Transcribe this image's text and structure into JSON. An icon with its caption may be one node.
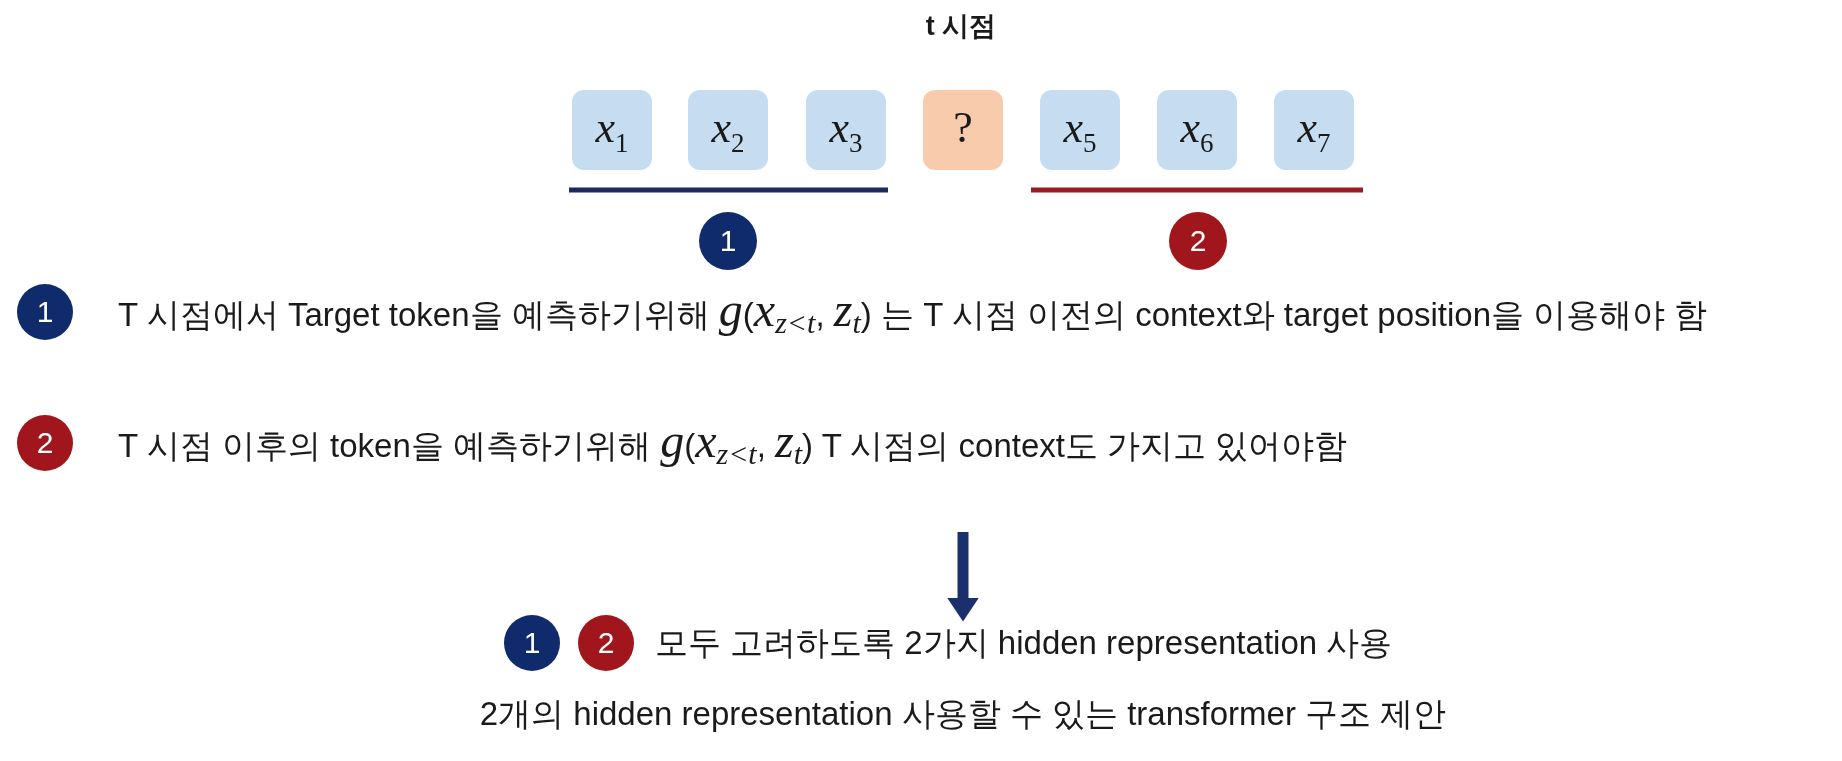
{
  "diagram": {
    "title": "t 시점",
    "nodes": [
      {
        "text": [
          "*x*$_{1}$"
        ]
      },
      {
        "text": [
          "*x*$_{2}$"
        ]
      },
      {
        "text": [
          "*x*$_{3}$"
        ]
      },
      {
        "text": [
          "?"
        ]
      },
      {
        "text": [
          "*x*$_{5}$"
        ]
      },
      {
        "text": [
          "*x*$_{6}$"
        ]
      },
      {
        "text": [
          "*x*$_{7}$"
        ]
      },
      {
        "text": [
          "1"
        ]
      },
      {
        "text": [
          "2"
        ]
      },
      {
        "text": [
          "1"
        ]
      },
      {
        "text": [
          "2"
        ]
      },
      {
        "text": [
          "1"
        ]
      },
      {
        "text": [
          "2"
        ]
      },
      {
        "text": [
          "모두 고려하도록 2가지 hidden representation 사용"
        ]
      }
    ],
    "edges": [
      {
        "from": null,
        "to": 13,
        "arrow": "to"
      }
    ],
    "labels": [
      "T 시점에서 Target token을 예측하기위해 *g*(*x*$_{z<t}$, *z*$_{t}$) 는 T 시점 이전의 context와 target position을 이용해야 함",
      "T 시점 이후의 token을 예측하기위해 *g*(*x*$_{z<t}$, *z*$_{t}$) T 시점의 context도 가지고 있어야함",
      "2개의 hidden representation 사용할 수 있는 transformer 구조 제안"
    ]
  }
}
